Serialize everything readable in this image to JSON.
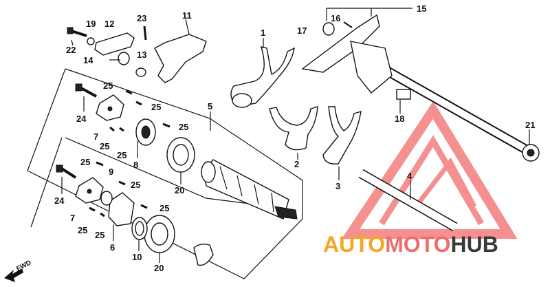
{
  "callouts": {
    "c1": "1",
    "c2": "2",
    "c3": "3",
    "c4": "4",
    "c5": "5",
    "c6": "6",
    "c7a": "7",
    "c7b": "7",
    "c8": "8",
    "c9": "9",
    "c10": "10",
    "c11": "11",
    "c12": "12",
    "c13": "13",
    "c14": "14",
    "c15": "15",
    "c16": "16",
    "c17": "17",
    "c18": "18",
    "c19": "19",
    "c20a": "20",
    "c20b": "20",
    "c21": "21",
    "c22": "22",
    "c23": "23",
    "c24a": "24",
    "c24b": "24",
    "c25a": "25",
    "c25b": "25",
    "c25c": "25",
    "c25d": "25",
    "c25e": "25",
    "c25f": "25",
    "c25g": "25",
    "c25h": "25",
    "c25i": "25",
    "c25j": "25"
  },
  "direction_label": "FWD",
  "watermark": {
    "part1": "AUTO",
    "part2": "MOTO",
    "part3": "HUB",
    "colors": {
      "auto": "#f5a623",
      "moto": "#f26b6b",
      "hub": "#3a3a3a",
      "logo": "#f26b6b"
    }
  }
}
